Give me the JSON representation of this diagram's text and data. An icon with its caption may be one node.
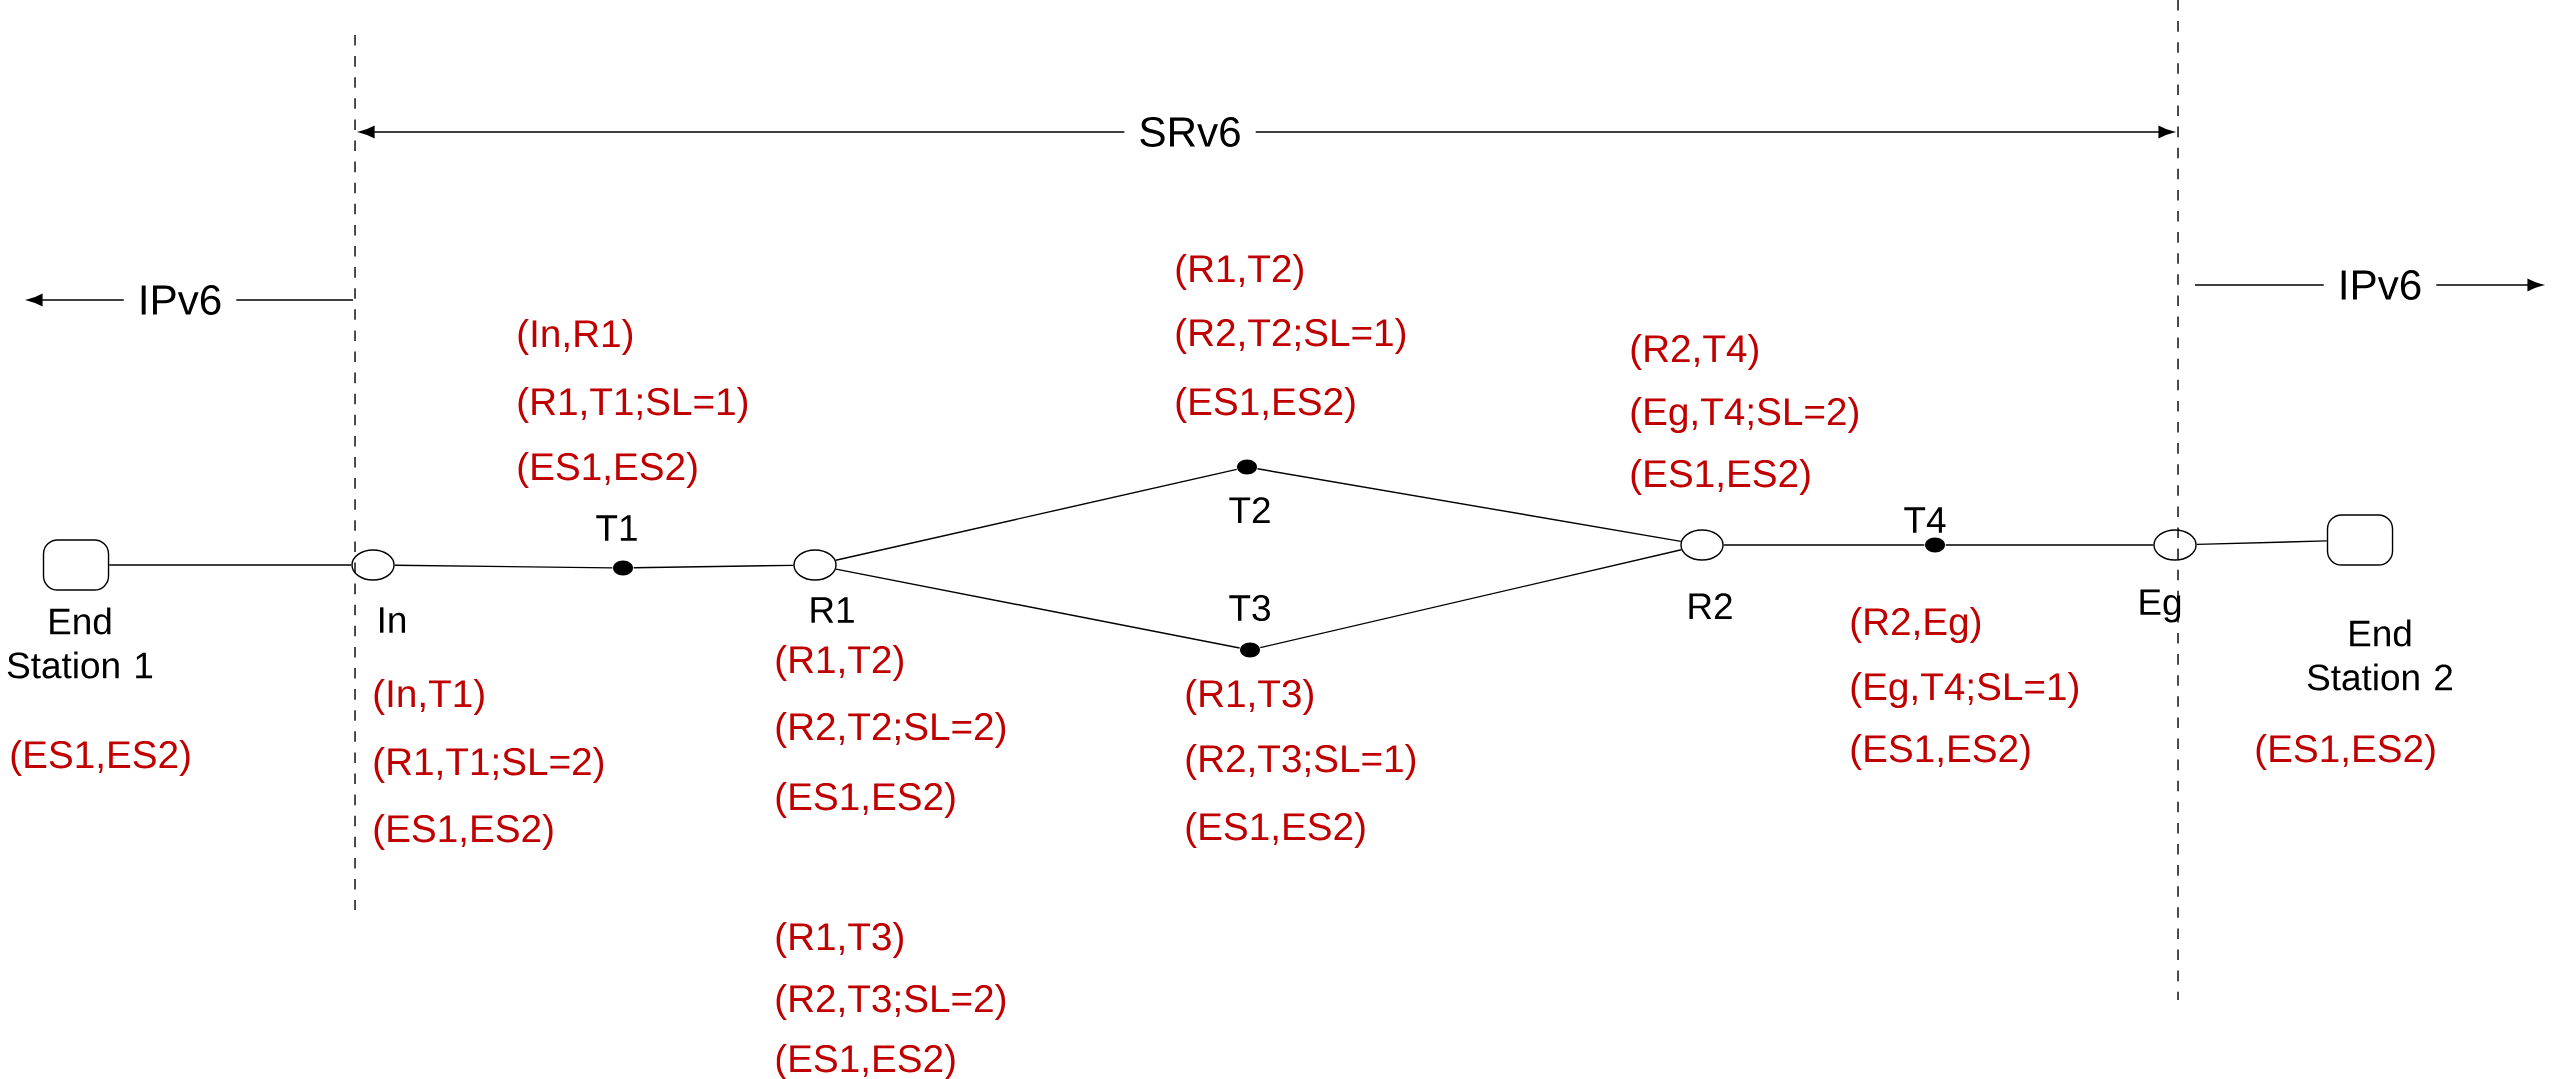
{
  "diagram": {
    "nodes": [
      {
        "text": [
          "End Station 1"
        ]
      },
      {
        "text": [
          "In"
        ]
      },
      {
        "text": [
          "T1"
        ]
      },
      {
        "text": [
          "R1"
        ]
      },
      {
        "text": [
          "T2"
        ]
      },
      {
        "text": [
          "T3"
        ]
      },
      {
        "text": [
          "R2"
        ]
      },
      {
        "text": [
          "T4"
        ]
      },
      {
        "text": [
          "Eg"
        ]
      },
      {
        "text": [
          "End Station 2"
        ]
      }
    ],
    "edges": [
      {
        "from": 0,
        "to": 1,
        "arrow": "none"
      },
      {
        "from": 1,
        "to": 2,
        "arrow": "none"
      },
      {
        "from": 2,
        "to": 3,
        "arrow": "none"
      },
      {
        "from": 3,
        "to": 4,
        "arrow": "none"
      },
      {
        "from": 3,
        "to": 5,
        "arrow": "none"
      },
      {
        "from": 4,
        "to": 6,
        "arrow": "none"
      },
      {
        "from": 5,
        "to": 6,
        "arrow": "none"
      },
      {
        "from": 6,
        "to": 7,
        "arrow": "none"
      },
      {
        "from": 7,
        "to": 8,
        "arrow": "none"
      },
      {
        "from": 8,
        "to": 9,
        "arrow": "none"
      }
    ],
    "labels": [
      "SRv6",
      "IPv6",
      "IPv6",
      "(ES1,ES2)",
      "(In,R1)",
      "(R1,T1;SL=1)",
      "(ES1,ES2)",
      "(In,T1)",
      "(R1,T1;SL=2)",
      "(ES1,ES2)",
      "(R1,T2)",
      "(R2,T2;SL=2)",
      "(ES1,ES2)",
      "(R1,T3)",
      "(R2,T3;SL=2)",
      "(ES1,ES2)",
      "(R1,T2)",
      "(R2,T2;SL=1)",
      "(ES1,ES2)",
      "(R1,T3)",
      "(R2,T3;SL=1)",
      "(ES1,ES2)",
      "(R2,T4)",
      "(Eg,T4;SL=2)",
      "(ES1,ES2)",
      "(R2,Eg)",
      "(Eg,T4;SL=1)",
      "(ES1,ES2)",
      "(ES1,ES2)"
    ]
  }
}
